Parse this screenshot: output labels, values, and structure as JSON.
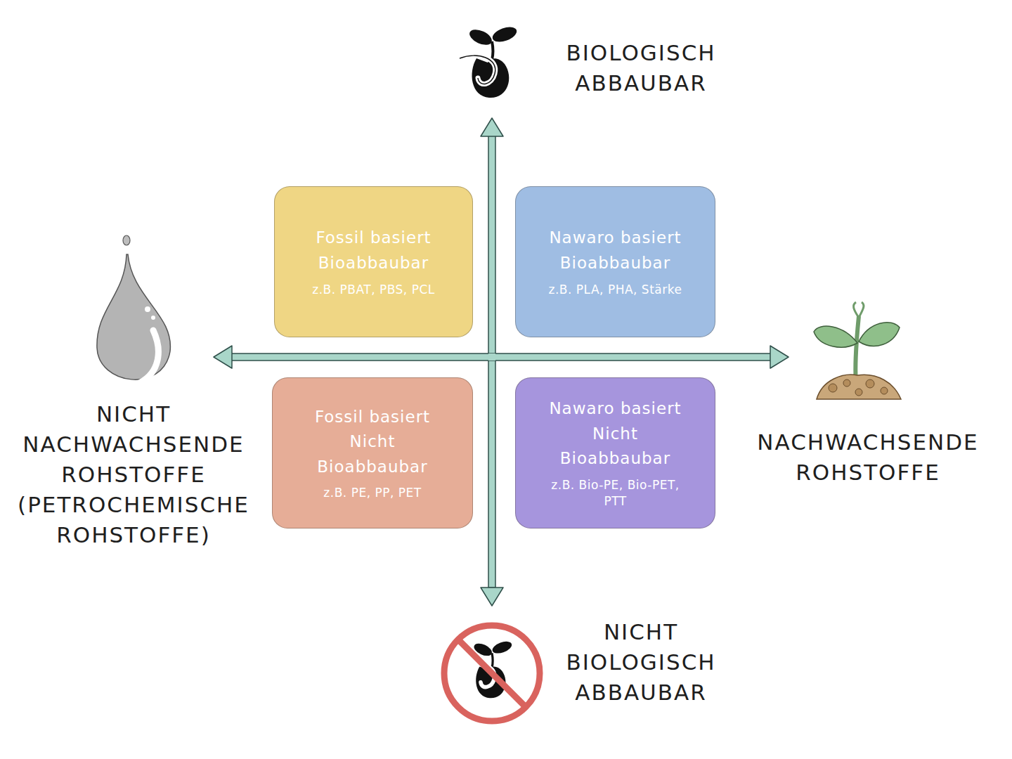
{
  "diagram": {
    "nodes": [
      {
        "text": [
          "Fossil basiert",
          "Bioabbaubar",
          "z.B. PBAT, PBS, PCL"
        ]
      },
      {
        "text": [
          "Nawaro basiert",
          "Bioabbaubar",
          "z.B. PLA, PHA, Stärke"
        ]
      },
      {
        "text": [
          "Fossil basiert",
          "Nicht Bioabbaubar",
          "z.B. PE, PP, PET"
        ]
      },
      {
        "text": [
          "Nawaro basiert",
          "Nicht Bioabbaubar",
          "z.B. Bio-PE, Bio-PET, PTT"
        ]
      }
    ],
    "labels": [
      "BIOLOGISCH ABBAUBAR",
      "NICHT NACHWACHSENDE ROHSTOFFE (PETROCHEMISCHE ROHSTOFFE)",
      "NACHWACHSENDE ROHSTOFFE",
      "NICHT BIOLOGISCH ABBAUBAR"
    ]
  }
}
